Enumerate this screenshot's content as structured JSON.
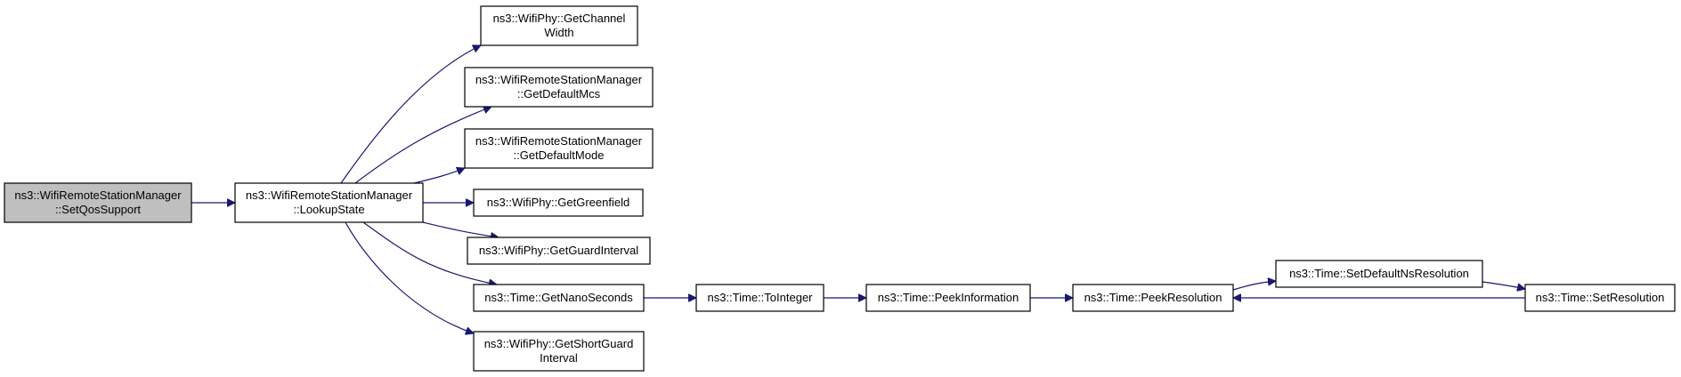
{
  "nodes": [
    {
      "id": "n0",
      "lines": [
        "ns3::WifiRemoteStationManager",
        "::SetQosSupport"
      ],
      "root": true
    },
    {
      "id": "n1",
      "lines": [
        "ns3::WifiRemoteStationManager",
        "::LookupState"
      ]
    },
    {
      "id": "n2",
      "lines": [
        "ns3::WifiPhy::GetChannel",
        "Width"
      ]
    },
    {
      "id": "n3",
      "lines": [
        "ns3::WifiRemoteStationManager",
        "::GetDefaultMcs"
      ]
    },
    {
      "id": "n4",
      "lines": [
        "ns3::WifiRemoteStationManager",
        "::GetDefaultMode"
      ]
    },
    {
      "id": "n5",
      "lines": [
        "ns3::WifiPhy::GetGreenfield"
      ]
    },
    {
      "id": "n6",
      "lines": [
        "ns3::WifiPhy::GetGuardInterval"
      ]
    },
    {
      "id": "n7",
      "lines": [
        "ns3::Time::GetNanoSeconds"
      ]
    },
    {
      "id": "n8",
      "lines": [
        "ns3::WifiPhy::GetShortGuard",
        "Interval"
      ]
    },
    {
      "id": "n9",
      "lines": [
        "ns3::Time::ToInteger"
      ]
    },
    {
      "id": "n10",
      "lines": [
        "ns3::Time::PeekInformation"
      ]
    },
    {
      "id": "n11",
      "lines": [
        "ns3::Time::PeekResolution"
      ]
    },
    {
      "id": "n12",
      "lines": [
        "ns3::Time::SetDefaultNsResolution"
      ]
    },
    {
      "id": "n13",
      "lines": [
        "ns3::Time::SetResolution"
      ]
    }
  ],
  "edges": [
    {
      "from": "n0",
      "to": "n1"
    },
    {
      "from": "n1",
      "to": "n2"
    },
    {
      "from": "n1",
      "to": "n3"
    },
    {
      "from": "n1",
      "to": "n4"
    },
    {
      "from": "n1",
      "to": "n5"
    },
    {
      "from": "n1",
      "to": "n6"
    },
    {
      "from": "n1",
      "to": "n7"
    },
    {
      "from": "n1",
      "to": "n8"
    },
    {
      "from": "n7",
      "to": "n9"
    },
    {
      "from": "n9",
      "to": "n10"
    },
    {
      "from": "n10",
      "to": "n11"
    },
    {
      "from": "n11",
      "to": "n12"
    },
    {
      "from": "n12",
      "to": "n13"
    },
    {
      "from": "n13",
      "to": "n11"
    }
  ],
  "colors": {
    "edge": "#191970",
    "root_fill": "#bfbfbf",
    "node_fill": "#ffffff",
    "border": "#000000"
  }
}
